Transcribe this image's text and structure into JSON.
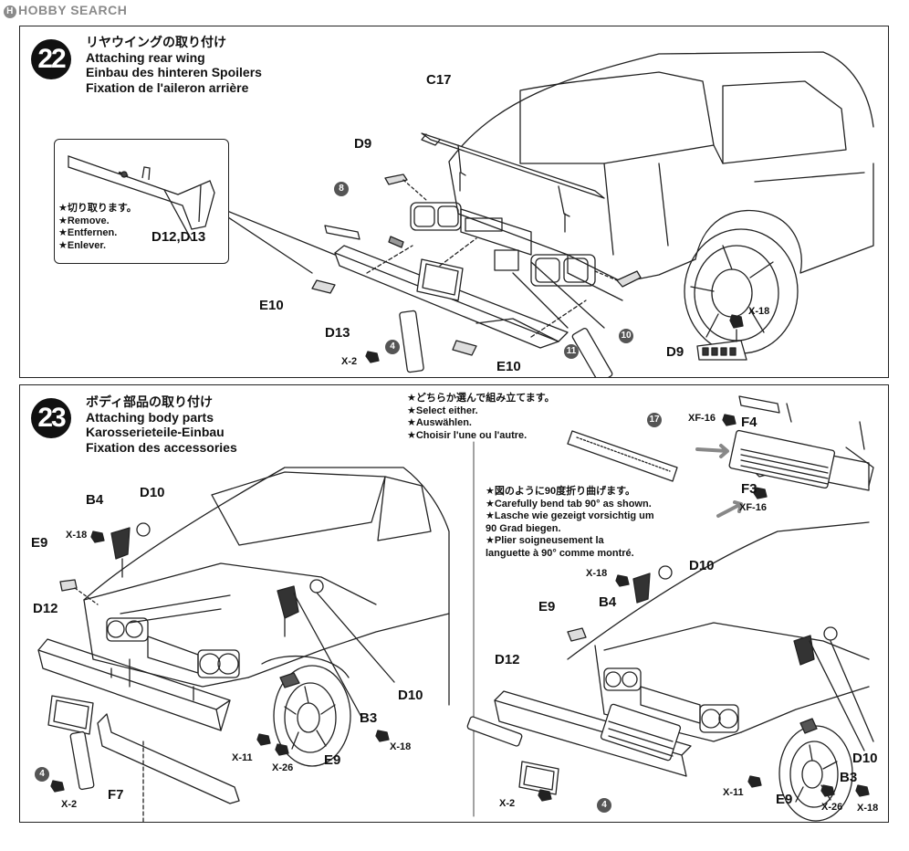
{
  "watermark": "HOBBY SEARCH",
  "step22": {
    "number": "22",
    "title_lines": [
      "リヤウイングの取り付け",
      "Attaching rear wing",
      "Einbau des hinteren Spoilers",
      "Fixation de l'aileron arrière"
    ],
    "inset_notes": [
      "★切り取ります。",
      "★Remove.",
      "★Entfernen.",
      "★Enlever."
    ],
    "labels": {
      "c17": "C17",
      "d9_top": "D9",
      "d12d13": "D12,D13",
      "e10_left": "E10",
      "d13": "D13",
      "e10_bottom": "E10",
      "d9_bottom": "D9"
    },
    "screws": {
      "x2": "X-2",
      "x18": "X-18"
    },
    "badges": [
      "8",
      "4",
      "11",
      "10"
    ]
  },
  "step23": {
    "number": "23",
    "title_lines": [
      "ボディ部品の取り付け",
      "Attaching body parts",
      "Karosserieteile-Einbau",
      "Fixation des accessories"
    ],
    "select_notes": [
      "★どちらか選んで組み立てます。",
      "★Select either.",
      "★Auswählen.",
      "★Choisir l'une ou l'autre."
    ],
    "bend_notes": [
      "★図のように90度折り曲げます。",
      "★Carefully bend tab 90° as shown.",
      "★Lasche wie gezeigt vorsichtig um",
      "90 Grad biegen.",
      "★Plier soigneusement la",
      "languette à 90° comme montré."
    ],
    "left": {
      "b4": "B4",
      "d10_top": "D10",
      "e9_top": "E9",
      "d12": "D12",
      "d10_right": "D10",
      "b3": "B3",
      "e9_bottom": "E9",
      "f7": "F7",
      "x18_a": "X-18",
      "x11": "X-11",
      "x26": "X-26",
      "x18_b": "X-18",
      "x2": "X-2",
      "badge": "4"
    },
    "right": {
      "f4": "F4",
      "f3": "F3",
      "xf16_a": "XF-16",
      "xf16_b": "XF-16",
      "x18_a": "X-18",
      "d10": "D10",
      "b4": "B4",
      "e9_top": "E9",
      "d12": "D12",
      "d10_right": "D10",
      "b3": "B3",
      "e9_bottom": "E9",
      "x11": "X-11",
      "x26": "X-26",
      "x18_b": "X-18",
      "x2": "X-2",
      "badge_17": "17",
      "badge_4": "4"
    }
  }
}
